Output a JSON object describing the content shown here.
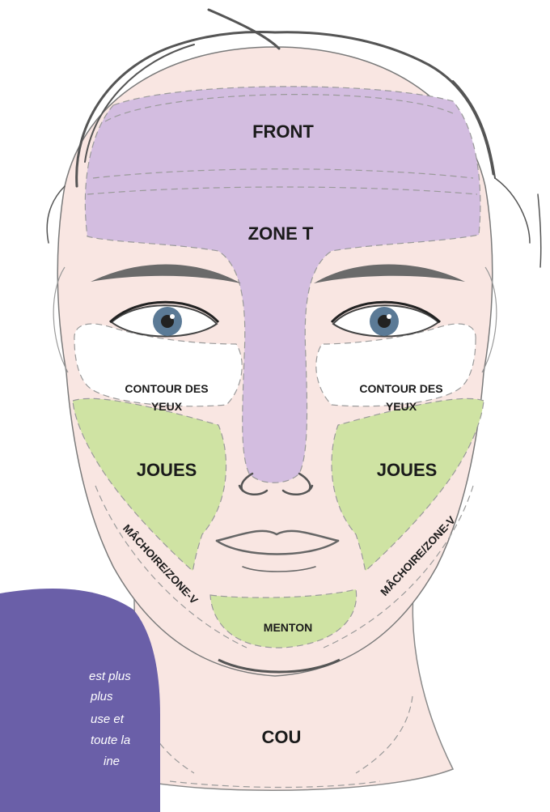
{
  "zones": {
    "front": "FRONT",
    "zone_t": "ZONE T",
    "contour_left_1": "CONTOUR DES",
    "contour_left_2": "YEUX",
    "contour_right_1": "CONTOUR DES",
    "contour_right_2": "YEUX",
    "joues_left": "JOUES",
    "joues_right": "JOUES",
    "machoire_left": "MÂCHOIRE/ZONE-V",
    "machoire_right": "MÂCHOIRE/ZONE-V",
    "menton": "MENTON",
    "cou": "COU"
  },
  "note": {
    "line1": "est plus",
    "line2": "plus",
    "line3": "use et",
    "line4": "toute la",
    "line5": "ine"
  },
  "colors": {
    "skin": "#f9e6e2",
    "t_zone": "#d3bde0",
    "cheeks": "#cfe3a3",
    "eye_contour": "#ffffff",
    "note_bubble": "#6a5fa8",
    "hair": "#555555"
  }
}
